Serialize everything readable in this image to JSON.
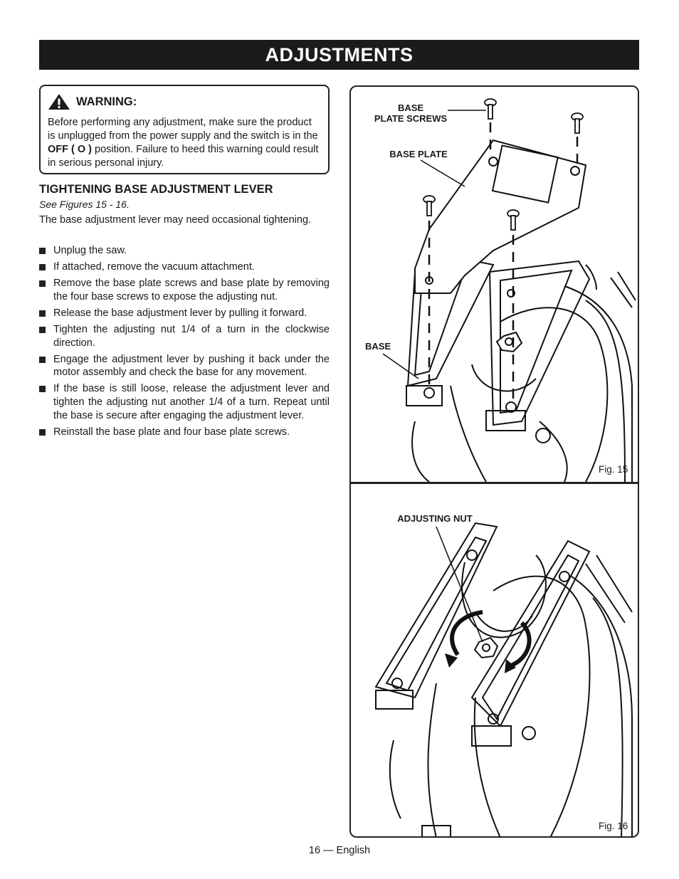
{
  "header": {
    "title": "ADJUSTMENTS"
  },
  "warning": {
    "title": "WARNING:",
    "text_before": "Before performing any adjustment, make sure the product is unplugged from the power supply and the switch is in the ",
    "text_bold": "OFF ( O )",
    "text_after": " position. Failure to heed this warning could result in serious personal injury."
  },
  "section": {
    "title": "TIGHTENING BASE ADJUSTMENT LEVER",
    "see_figures": "See Figures 15 - 16.",
    "intro": "The base adjustment lever may need occasional tightening.",
    "steps": [
      "Unplug the saw.",
      "If attached, remove the vacuum attachment.",
      "Remove the base plate screws and base plate by removing the four base screws to expose the adjusting nut.",
      "Release the base adjustment lever by pulling it forward.",
      "Tighten the adjusting nut 1/4 of a turn in the clockwise direction.",
      "Engage the adjustment lever by pushing it back under the motor assembly and check the base for any movement.",
      "If the base is still loose, release the adjustment lever and tighten the adjusting nut another 1/4 of a turn. Repeat until the base is secure after engaging the adjustment lever.",
      "Reinstall the base plate and four base plate screws."
    ]
  },
  "figure15": {
    "caption": "Fig. 15",
    "callouts": {
      "base_plate_screws_line1": "BASE",
      "base_plate_screws_line2": "PLATE SCREWS",
      "base_plate": "BASE PLATE",
      "base": "BASE"
    }
  },
  "figure16": {
    "caption": "Fig. 16",
    "callouts": {
      "adjusting_nut": "ADJUSTING NUT"
    }
  },
  "footer": {
    "page": "16 — English"
  }
}
